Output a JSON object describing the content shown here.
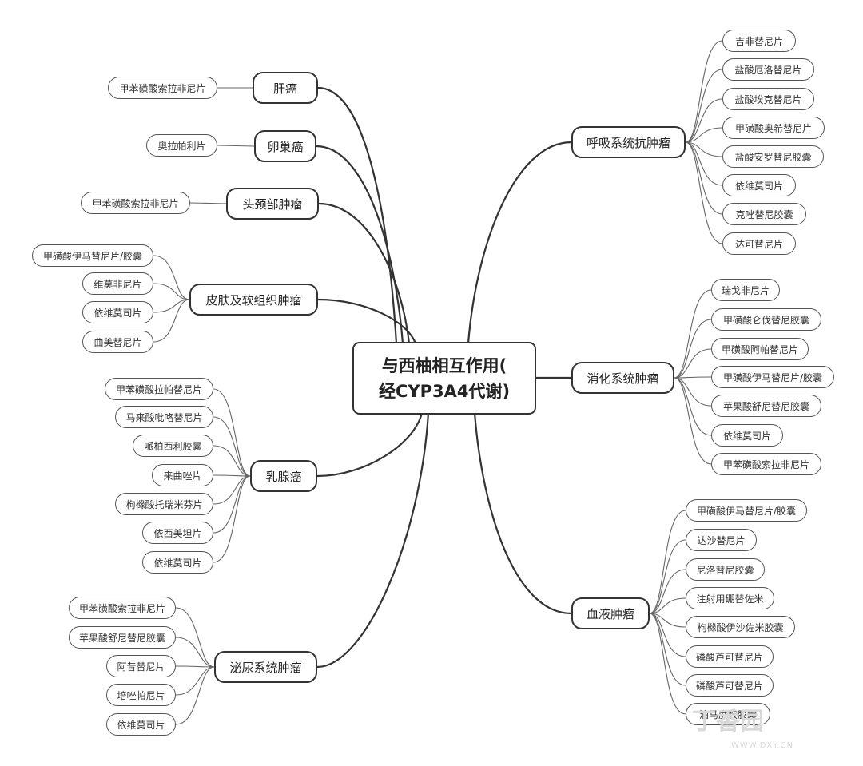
{
  "root": {
    "line1": "与西柚相互作用(",
    "line2": "经CYP3A4代谢)"
  },
  "branches": [
    {
      "label": "肝癌",
      "side": "left",
      "leaves": [
        "甲苯磺酸索拉非尼片"
      ]
    },
    {
      "label": "卵巢癌",
      "side": "left",
      "leaves": [
        "奥拉帕利片"
      ]
    },
    {
      "label": "头颈部肿瘤",
      "side": "left",
      "leaves": [
        "甲苯磺酸索拉非尼片"
      ]
    },
    {
      "label": "皮肤及软组织肿瘤",
      "side": "left",
      "leaves": [
        "甲磺酸伊马替尼片/胶囊",
        "维莫非尼片",
        "依维莫司片",
        "曲美替尼片"
      ]
    },
    {
      "label": "乳腺癌",
      "side": "left",
      "leaves": [
        "甲苯磺酸拉帕替尼片",
        "马来酸吡咯替尼片",
        "哌柏西利胶囊",
        "来曲唑片",
        "枸橼酸托瑞米芬片",
        "依西美坦片",
        "依维莫司片"
      ]
    },
    {
      "label": "泌尿系统肿瘤",
      "side": "left",
      "leaves": [
        "甲苯磺酸索拉非尼片",
        "苹果酸舒尼替尼胶囊",
        "阿昔替尼片",
        "培唑帕尼片",
        "依维莫司片"
      ]
    },
    {
      "label": "呼吸系统抗肿瘤",
      "side": "right",
      "leaves": [
        "吉非替尼片",
        "盐酸厄洛替尼片",
        "盐酸埃克替尼片",
        "甲磺酸奥希替尼片",
        "盐酸安罗替尼胶囊",
        "依维莫司片",
        "克唑替尼胶囊",
        "达可替尼片"
      ]
    },
    {
      "label": "消化系统肿瘤",
      "side": "right",
      "leaves": [
        "瑞戈非尼片",
        "甲磺酸仑伐替尼胶囊",
        "甲磺酸阿帕替尼片",
        "甲磺酸伊马替尼片/胶囊",
        "苹果酸舒尼替尼胶囊",
        "依维莫司片",
        "甲苯磺酸索拉非尼片"
      ]
    },
    {
      "label": "血液肿瘤",
      "side": "right",
      "leaves": [
        "甲磺酸伊马替尼片/胶囊",
        "达沙替尼片",
        "尼洛替尼胶囊",
        "注射用硼替佐米",
        "枸橼酸伊沙佐米胶囊",
        "磷酸芦可替尼片",
        "磷酸芦可替尼片",
        "泊马度胺胶囊"
      ]
    }
  ],
  "watermark": {
    "logo": "丁香园",
    "url": "WWW.DXY.CN"
  }
}
